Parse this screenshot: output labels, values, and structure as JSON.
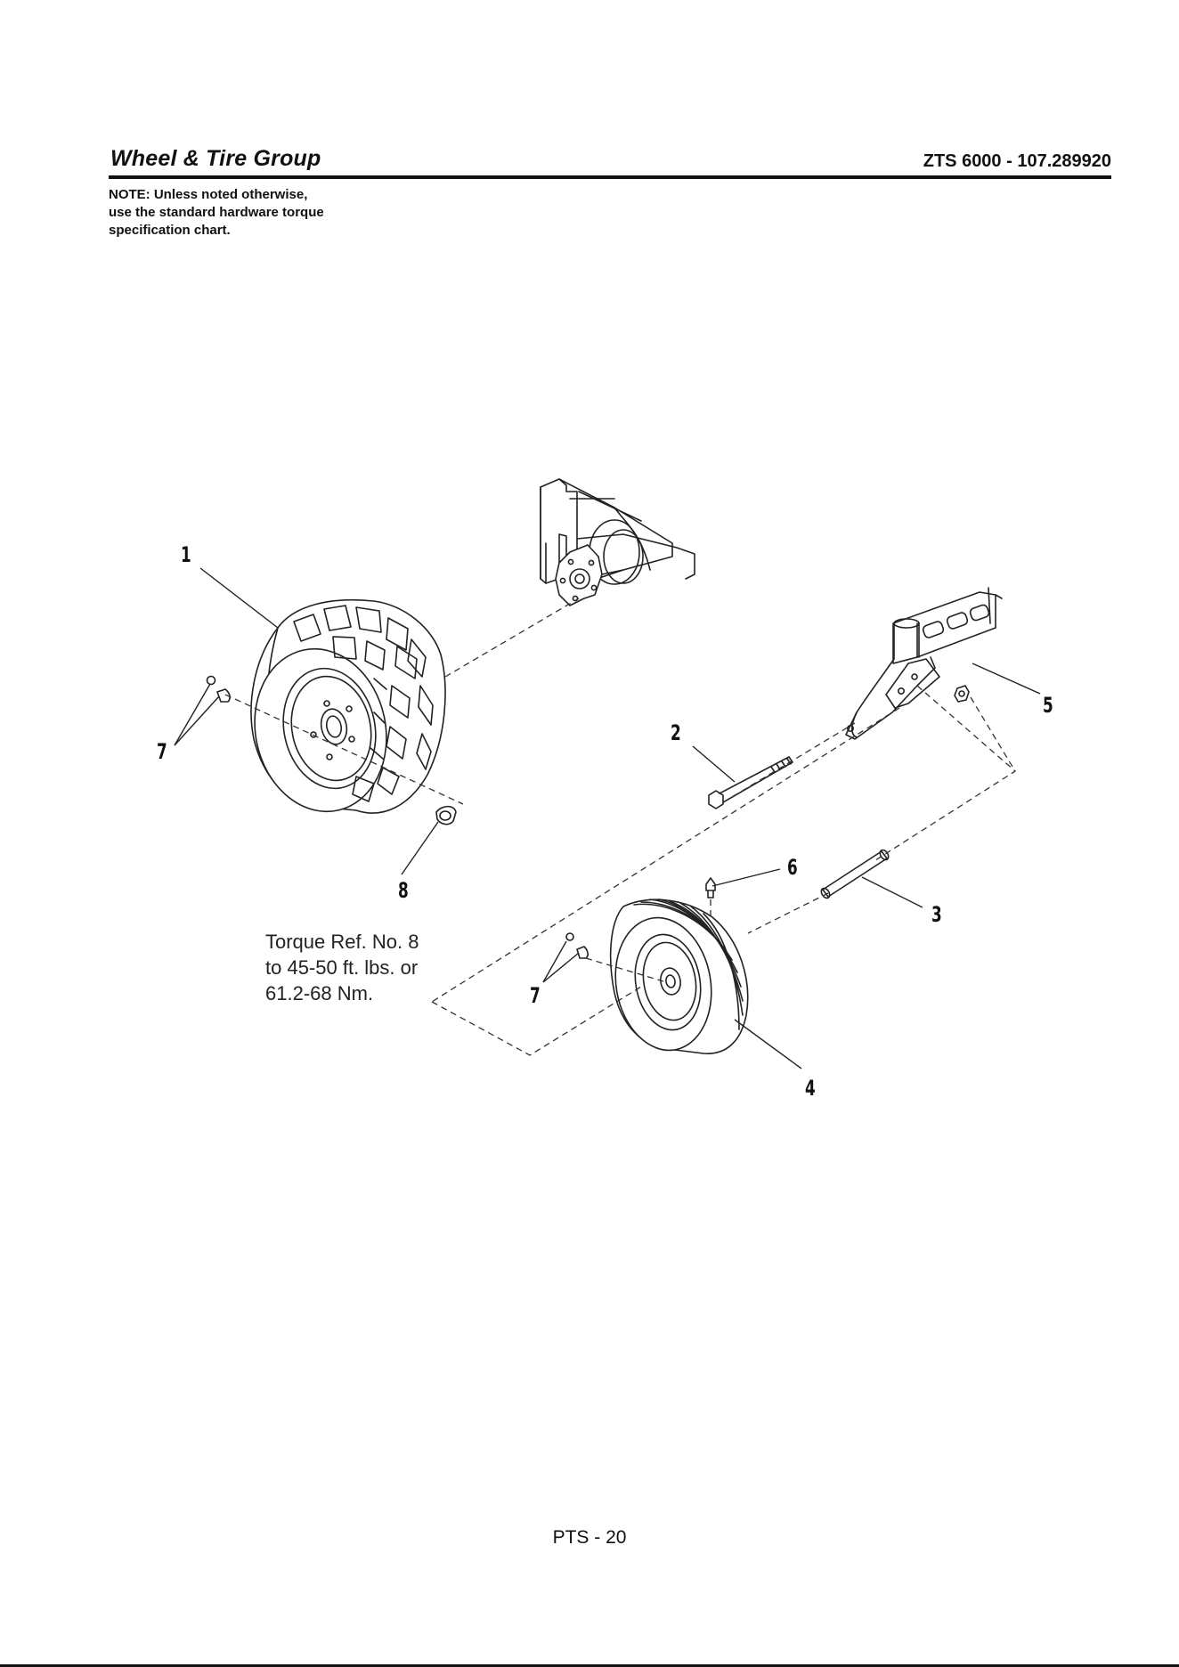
{
  "header": {
    "title": "Wheel & Tire Group",
    "model": "ZTS 6000 - 107.289920"
  },
  "note": {
    "lines": [
      "NOTE: Unless noted otherwise,",
      "use the standard hardware torque",
      "specification chart."
    ]
  },
  "callouts": {
    "c1": "1",
    "c2": "2",
    "c3": "3",
    "c4": "4",
    "c5": "5",
    "c6": "6",
    "c7a": "7",
    "c7b": "7",
    "c8": "8"
  },
  "torque_note": {
    "lines": [
      "Torque Ref. No. 8",
      "to 45-50 ft. lbs. or",
      "61.2-68 Nm."
    ]
  },
  "footer": {
    "page_number": "PTS - 20"
  }
}
